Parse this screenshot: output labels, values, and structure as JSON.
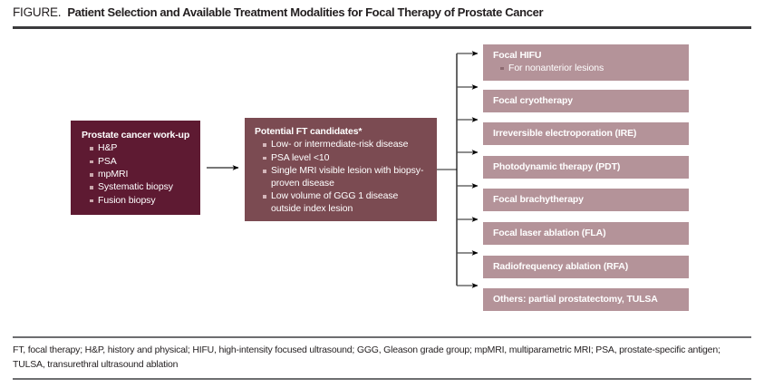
{
  "header": {
    "kicker": "FIGURE.",
    "title": "Patient Selection and Available Treatment Modalities for Focal Therapy of Prostate Cancer"
  },
  "colors": {
    "workup_box": "#5e1a32",
    "candidates_box": "#7b4b52",
    "modality_box": "#b49399",
    "rule_dark": "#3b3b3d",
    "rule_gray": "#6d6e70",
    "text_dark": "#231f20",
    "box_text": "#ffffff"
  },
  "diagram": {
    "workup": {
      "title": "Prostate cancer work-up",
      "items": [
        "H&P",
        "PSA",
        "mpMRI",
        "Systematic biopsy",
        "Fusion biopsy"
      ]
    },
    "candidates": {
      "title": "Potential FT candidates*",
      "items": [
        "Low- or intermediate-risk disease",
        "PSA level <10",
        "Single MRI visible lesion with biopsy-proven disease",
        "Low volume of GGG 1 disease outside index lesion"
      ]
    },
    "modalities": [
      {
        "title": "Focal HIFU",
        "items": [
          "For nonanterior lesions"
        ]
      },
      {
        "title": "Focal cryotherapy",
        "items": []
      },
      {
        "title": "Irreversible electroporation (IRE)",
        "items": []
      },
      {
        "title": "Photodynamic therapy (PDT)",
        "items": []
      },
      {
        "title": "Focal brachytherapy",
        "items": []
      },
      {
        "title": "Focal laser ablation (FLA)",
        "items": []
      },
      {
        "title": "Radiofrequency ablation (RFA)",
        "items": []
      },
      {
        "title": "Others: partial prostatectomy, TULSA",
        "items": []
      }
    ]
  },
  "footnote": {
    "text": "FT, focal therapy; H&P, history and physical; HIFU, high-intensity focused ultrasound; GGG, Gleason grade group; mpMRI, multiparametric MRI; PSA, prostate-specific antigen; TULSA, transurethral ultrasound ablation"
  }
}
